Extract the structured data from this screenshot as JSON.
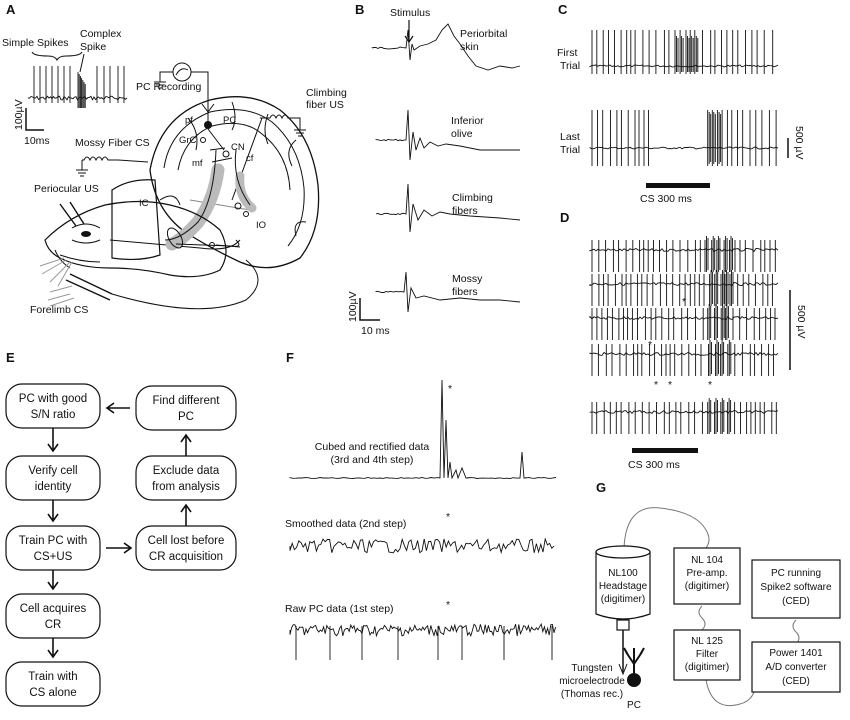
{
  "panels": {
    "A": {
      "letter": "A",
      "simple_spikes": "Simple Spikes",
      "complex_spike_1": "Complex",
      "complex_spike_2": "Spike",
      "scale_v": "100µV",
      "scale_t": "10ms",
      "pc_recording": "PC Recording",
      "climbing_fiber_us_1": "Climbing",
      "climbing_fiber_us_2": "fiber US",
      "mossy_fiber_cs": "Mossy Fiber CS",
      "pf": "pf",
      "pc": "PC",
      "grc": "GrC",
      "cn": "CN",
      "mf": "mf",
      "cf": "cf",
      "ic": "IC",
      "io": "IO",
      "periocular_us": "Periocular US",
      "forelimb_cs": "Forelimb CS"
    },
    "B": {
      "letter": "B",
      "stimulus": "Stimulus",
      "traces": [
        {
          "l1": "Periorbital",
          "l2": "skin"
        },
        {
          "l1": "Inferior",
          "l2": "olive"
        },
        {
          "l1": "Climbing",
          "l2": "fibers"
        },
        {
          "l1": "Mossy",
          "l2": "fibers"
        }
      ],
      "scale_v": "100µV",
      "scale_t": "10 ms"
    },
    "C": {
      "letter": "C",
      "first_trial_1": "First",
      "first_trial_2": "Trial",
      "last_trial_1": "Last",
      "last_trial_2": "Trial",
      "scale_v": "500 µV",
      "cs_label": "CS 300 ms"
    },
    "D": {
      "letter": "D",
      "scale_v": "500 µV",
      "cs_label": "CS 300 ms",
      "star": "*"
    },
    "E": {
      "letter": "E",
      "boxes": {
        "pc_good": [
          "PC with good",
          "S/N ratio"
        ],
        "verify": [
          "Verify cell",
          "identity"
        ],
        "train": [
          "Train PC with",
          "CS+US"
        ],
        "acquires": [
          "Cell acquires",
          "CR"
        ],
        "train_cs": [
          "Train with",
          "CS alone"
        ],
        "find": [
          "Find different",
          "PC"
        ],
        "exclude": [
          "Exclude data",
          "from analysis"
        ],
        "lost": [
          "Cell lost before",
          "CR acquisition"
        ]
      }
    },
    "F": {
      "letter": "F",
      "cubed_1": "Cubed and rectified data",
      "cubed_2": "(3rd and 4th step)",
      "smoothed": "Smoothed data (2nd step)",
      "raw": "Raw PC data (1st step)",
      "star": "*"
    },
    "G": {
      "letter": "G",
      "headstage": [
        "NL100",
        "Headstage",
        "(digitimer)"
      ],
      "preamp": [
        "NL 104",
        "Pre-amp.",
        "(digitimer)"
      ],
      "filter": [
        "NL 125",
        "Filter",
        "(digitimer)"
      ],
      "pc_running": [
        "PC running",
        "Spike2 software",
        "(CED)"
      ],
      "power": [
        "Power 1401",
        "A/D converter",
        "(CED)"
      ],
      "electrode": [
        "Tungsten",
        "microelectrode",
        "(Thomas rec.)"
      ],
      "pc": "PC"
    }
  }
}
